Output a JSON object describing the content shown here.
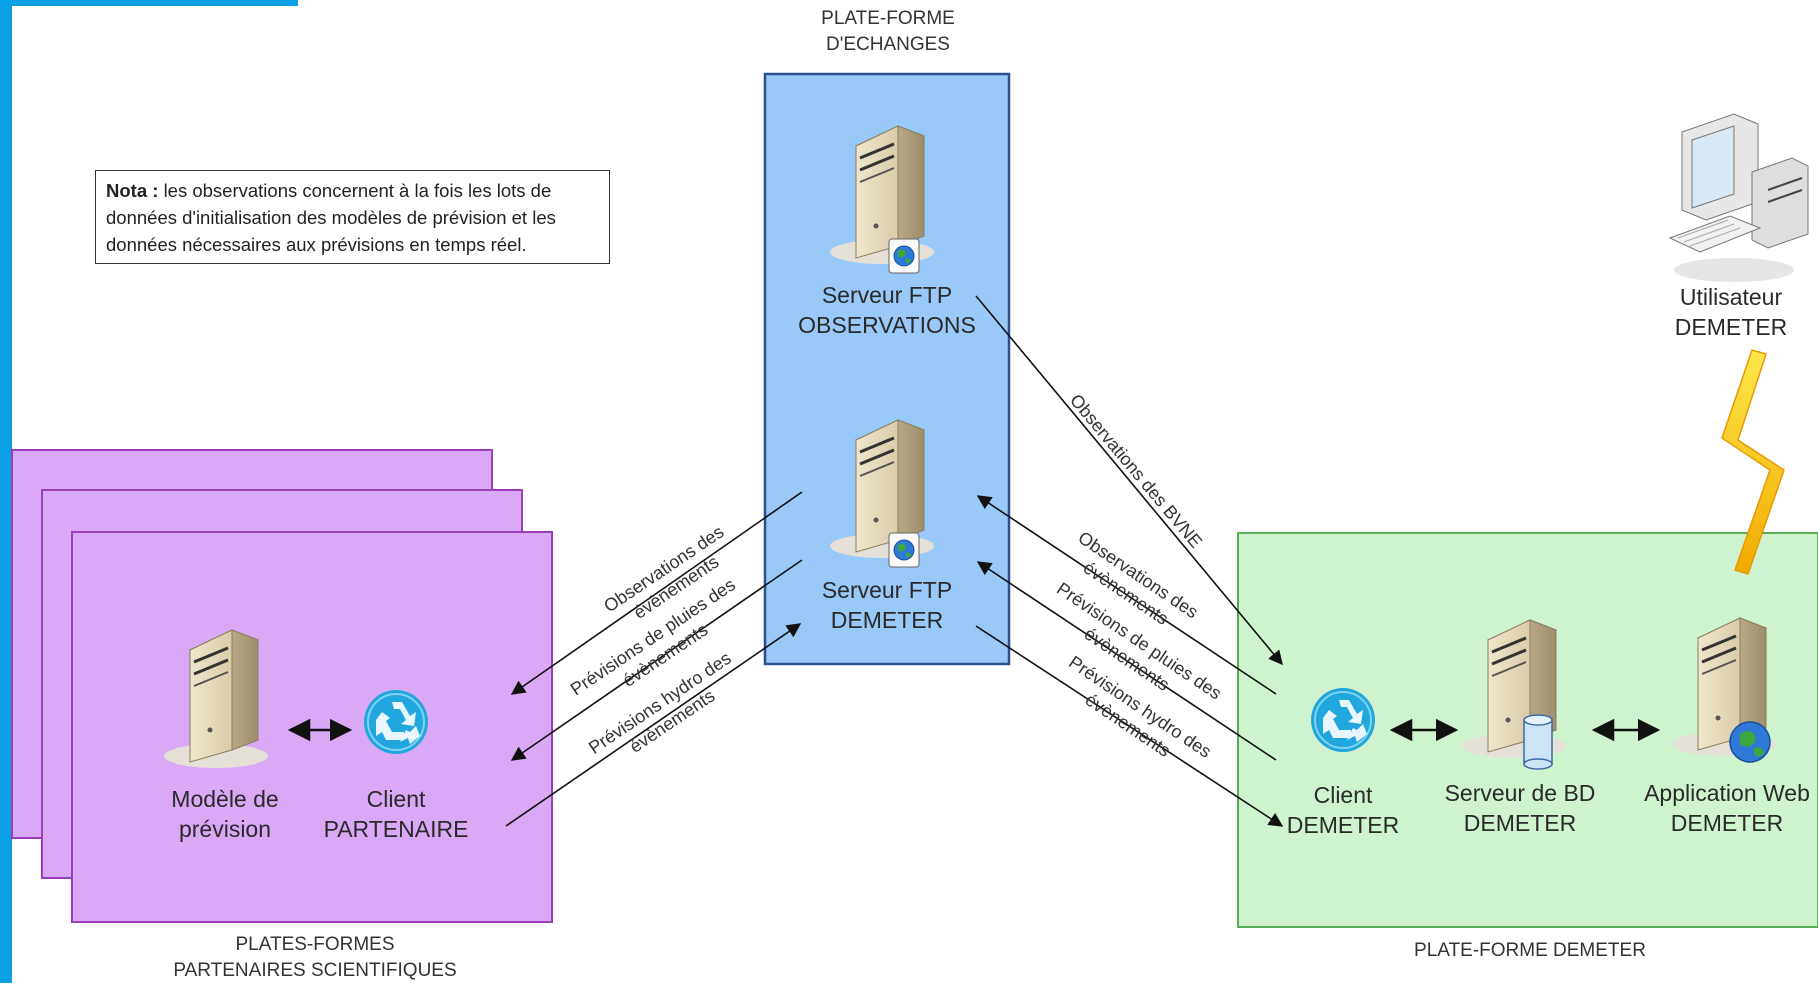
{
  "note": {
    "prefix": "Nota :",
    "lines": [
      "les observations concernent à la fois les lots de",
      "données d'initialisation des modèles de prévision et les",
      "données nécessaires aux prévisions en temps réel."
    ]
  },
  "exchange_platform": {
    "title_lines": [
      "PLATE-FORME",
      "D'ECHANGES"
    ],
    "server_observations": [
      "Serveur FTP",
      "OBSERVATIONS"
    ],
    "server_demeter": [
      "Serveur FTP",
      "DEMETER"
    ]
  },
  "partner_platforms": {
    "title_lines": [
      "PLATES-FORMES",
      "PARTENAIRES SCIENTIFIQUES"
    ],
    "model": [
      "Modèle de",
      "prévision"
    ],
    "client": [
      "Client",
      "PARTENAIRE"
    ]
  },
  "demeter_platform": {
    "title": "PLATE-FORME DEMETER",
    "client": [
      "Client",
      "DEMETER"
    ],
    "db_server": [
      "Serveur de BD",
      "DEMETER"
    ],
    "web_app": [
      "Application Web",
      "DEMETER"
    ]
  },
  "user": [
    "Utilisateur",
    "DEMETER"
  ],
  "flows": {
    "left": [
      [
        "Observations des",
        "évènements"
      ],
      [
        "Prévisions de pluies des",
        "évènements"
      ],
      [
        "Prévisions hydro des",
        "évènements"
      ]
    ],
    "right": [
      [
        "Observations des",
        "évènements"
      ],
      [
        "Prévisions de pluies des",
        "évènements"
      ],
      [
        "Prévisions hydro des",
        "évènements"
      ]
    ],
    "bvne": "Observations des BVNE"
  },
  "colors": {
    "partner_fill": "#d9a8f7",
    "exchange_fill": "#99c9f8",
    "demeter_fill": "#cff2cf",
    "edge_bar": "#0aa0e6"
  }
}
